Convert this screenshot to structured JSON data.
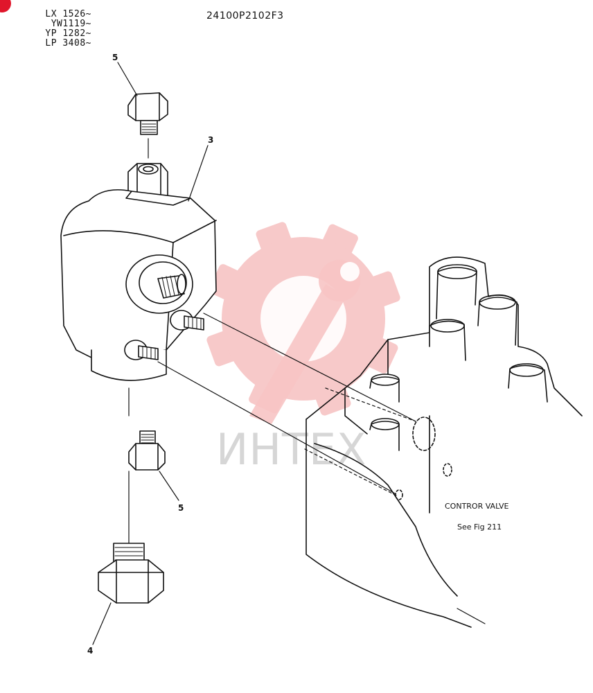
{
  "header": {
    "serials": [
      "LX 1526~",
      "YW1119~",
      "YP 1282~",
      "LP 3408~"
    ],
    "figure_code": "24100P2102F3"
  },
  "callouts": {
    "top_plug": "5",
    "block": "3",
    "lower_plug": "5",
    "bottom_plug": "4"
  },
  "notes": {
    "valve_label": "CONTROR VALVE",
    "valve_ref": "See Fig 211"
  },
  "watermark": {
    "text": "ИНТЕХ",
    "color": "#f5b5b5"
  },
  "colors": {
    "marker": "#e0162b",
    "line": "#111111"
  },
  "icons": {
    "watermark_logo": "gear-wrench-icon",
    "corner_marker": "red-dot-icon"
  }
}
